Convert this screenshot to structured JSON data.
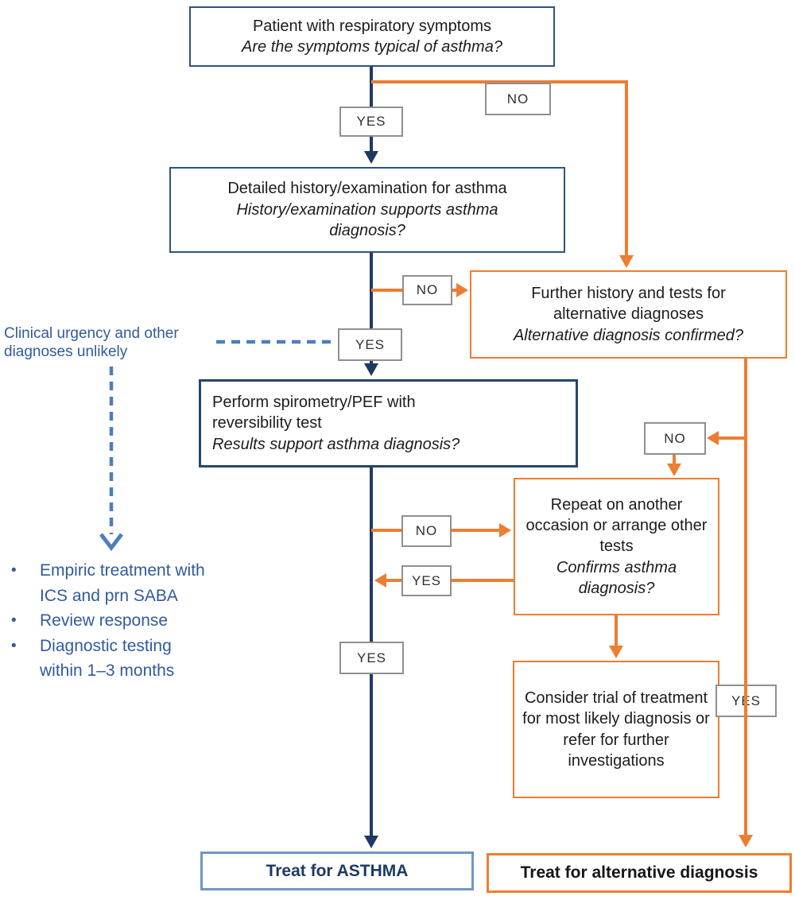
{
  "palette": {
    "navy_line": "#1e3a63",
    "blue_box_border": "#2e537f",
    "orange": "#ed7d31",
    "gray_label_border": "#8f8f8f",
    "annotation_blue": "#325a9b",
    "dashed_arrow_blue": "#4d7ebe",
    "treat_asthma_border": "#6f97c4"
  },
  "labels": {
    "yes": "YES",
    "no": "NO"
  },
  "nodes": {
    "start": {
      "statement": "Patient with respiratory symptoms",
      "question": "Are the symptoms typical of asthma?"
    },
    "history": {
      "statement": "Detailed history/examination for asthma",
      "question": "History/examination supports asthma diagnosis?"
    },
    "further_tests": {
      "statement": "Further history and tests for alternative diagnoses",
      "question": "Alternative diagnosis confirmed?"
    },
    "spirometry": {
      "statement": "Perform spirometry/PEF with reversibility test",
      "question": "Results support asthma diagnosis?"
    },
    "repeat_tests": {
      "statement": "Repeat on another occasion or arrange other tests",
      "question": "Confirms asthma diagnosis?"
    },
    "consider_trial": {
      "statement": "Consider trial of treatment for most likely diagnosis or refer for further investigations"
    },
    "treat_asthma": {
      "statement": "Treat for ASTHMA"
    },
    "treat_alternative": {
      "statement": "Treat for alternative diagnosis"
    }
  },
  "annotations": {
    "clinical_urgency": "Clinical urgency and other diagnoses unlikely",
    "bullets": [
      "Empiric treatment with ICS and prn SABA",
      "Review response",
      "Diagnostic testing within 1–3 months"
    ]
  }
}
